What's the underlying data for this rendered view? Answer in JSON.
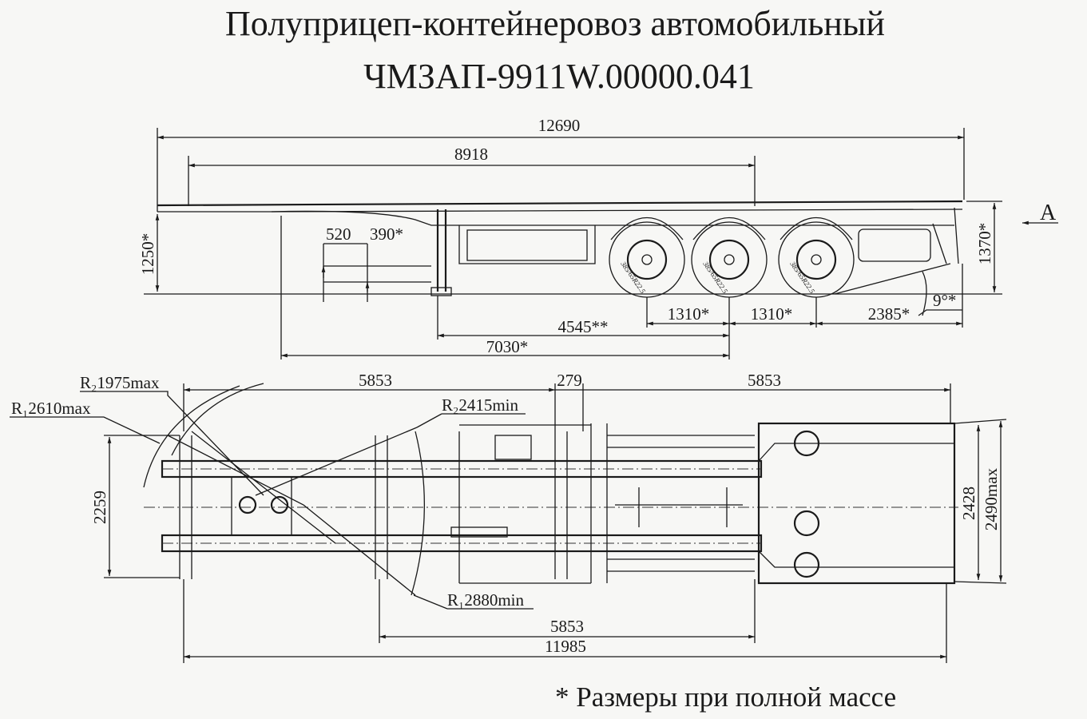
{
  "title": {
    "line1": "Полуприцеп-контейнеровоз автомобильный",
    "line2": "ЧМЗАП-9911W.00000.041"
  },
  "side_view": {
    "overall_length": "12690",
    "kingpin_to_rear_lock": "8918",
    "coupling_height": "1250*",
    "rear_height": "1370*",
    "view_label": "A",
    "dim_520": "520",
    "dim_390": "390*",
    "axle_spacing_1": "1310*",
    "axle_spacing_2": "1310*",
    "rear_overhang": "2385*",
    "departure_angle": "9°*",
    "support_to_axle": "4545**",
    "kingpin_to_axle": "7030*",
    "tire_marking": "385/65R22.5"
  },
  "top_view": {
    "r2_max": "R₂1975max",
    "r1_max": "R₁2610max",
    "r2_min": "R₂2415min",
    "r1_min": "R₁2880min",
    "front_span": "5853",
    "gap": "279",
    "rear_span": "5853",
    "front_width": "2259",
    "rear_width": "2428",
    "max_width": "2490max",
    "middle_span": "5853",
    "overall_lock_span": "11985"
  },
  "footnote": "* Размеры при полной массе"
}
